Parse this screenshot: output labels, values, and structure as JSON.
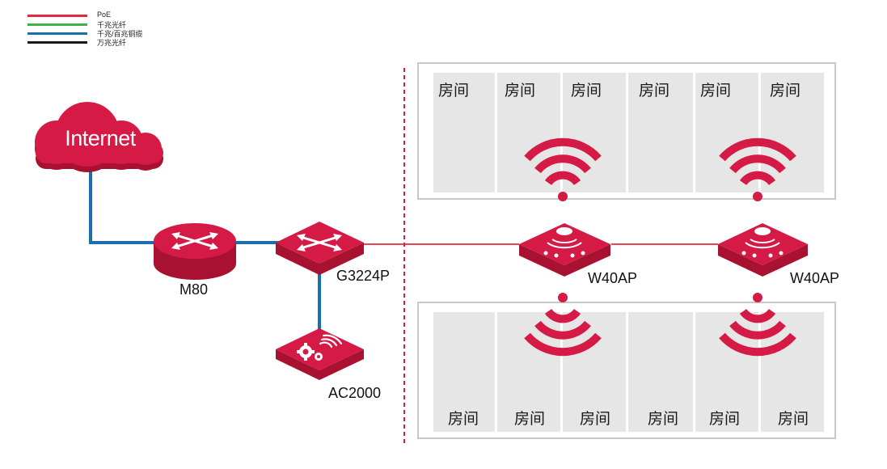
{
  "legend": [
    {
      "label": "PoE",
      "color": "#e22b3a"
    },
    {
      "label": "千兆光纤",
      "color": "#3db24a"
    },
    {
      "label": "千兆/百兆铜缆",
      "color": "#1a6fad"
    },
    {
      "label": "万兆光纤",
      "color": "#1a1a1a"
    }
  ],
  "internet_label": "Internet",
  "devices": {
    "router": "M80",
    "switch": "G3224P",
    "controller": "AC2000",
    "ap_left": "W40AP",
    "ap_right": "W40AP"
  },
  "top_rooms": [
    "房间",
    "房间",
    "房间",
    "房间",
    "房间",
    "房间"
  ],
  "bottom_rooms": [
    "房间",
    "房间",
    "房间",
    "房间",
    "房间",
    "房间"
  ],
  "colors": {
    "brand_red": "#d41a45",
    "poe_line": "#e22b3a",
    "copper_line": "#1a6fad",
    "divider": "#d41a45"
  }
}
